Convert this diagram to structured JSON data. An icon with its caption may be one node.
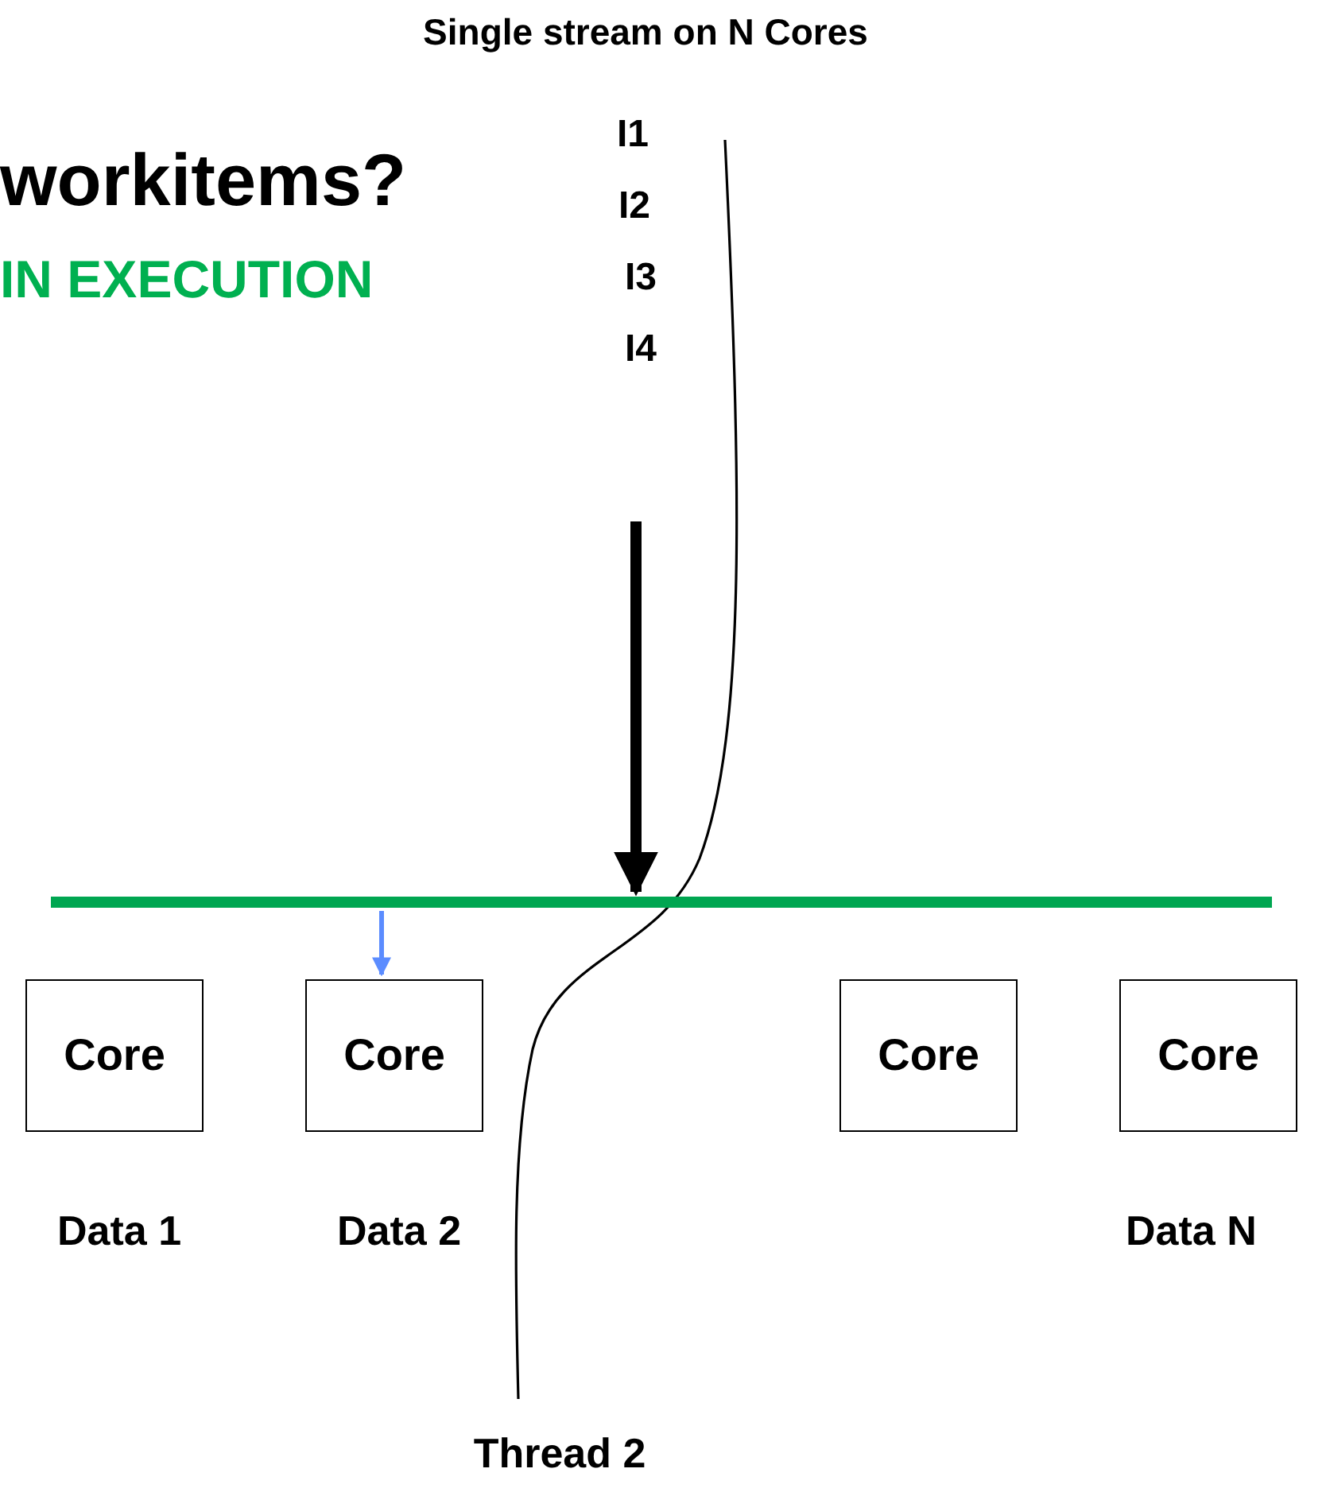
{
  "diagram": {
    "title": "Single stream on N Cores",
    "nodes": [
      {
        "text": [],
        "shape": "bar"
      },
      {
        "text": [
          "Core"
        ]
      },
      {
        "text": [
          "Core"
        ]
      },
      {
        "text": [
          "Core"
        ]
      },
      {
        "text": [
          "Core"
        ]
      },
      {
        "text": [
          "Thread 2"
        ]
      }
    ],
    "edges": [
      {
        "from": null,
        "to": 0,
        "arrow": "to",
        "style": "thick"
      },
      {
        "from": 0,
        "to": 2,
        "arrow": "to",
        "color": "#5b8cff"
      },
      {
        "from": null,
        "to": 5,
        "arrow": "none"
      }
    ],
    "labels": [
      "workitems?",
      "IN EXECUTION",
      "I1",
      "I2",
      "I3",
      "I4",
      "Data 1",
      "Data 2",
      "Data N"
    ]
  }
}
